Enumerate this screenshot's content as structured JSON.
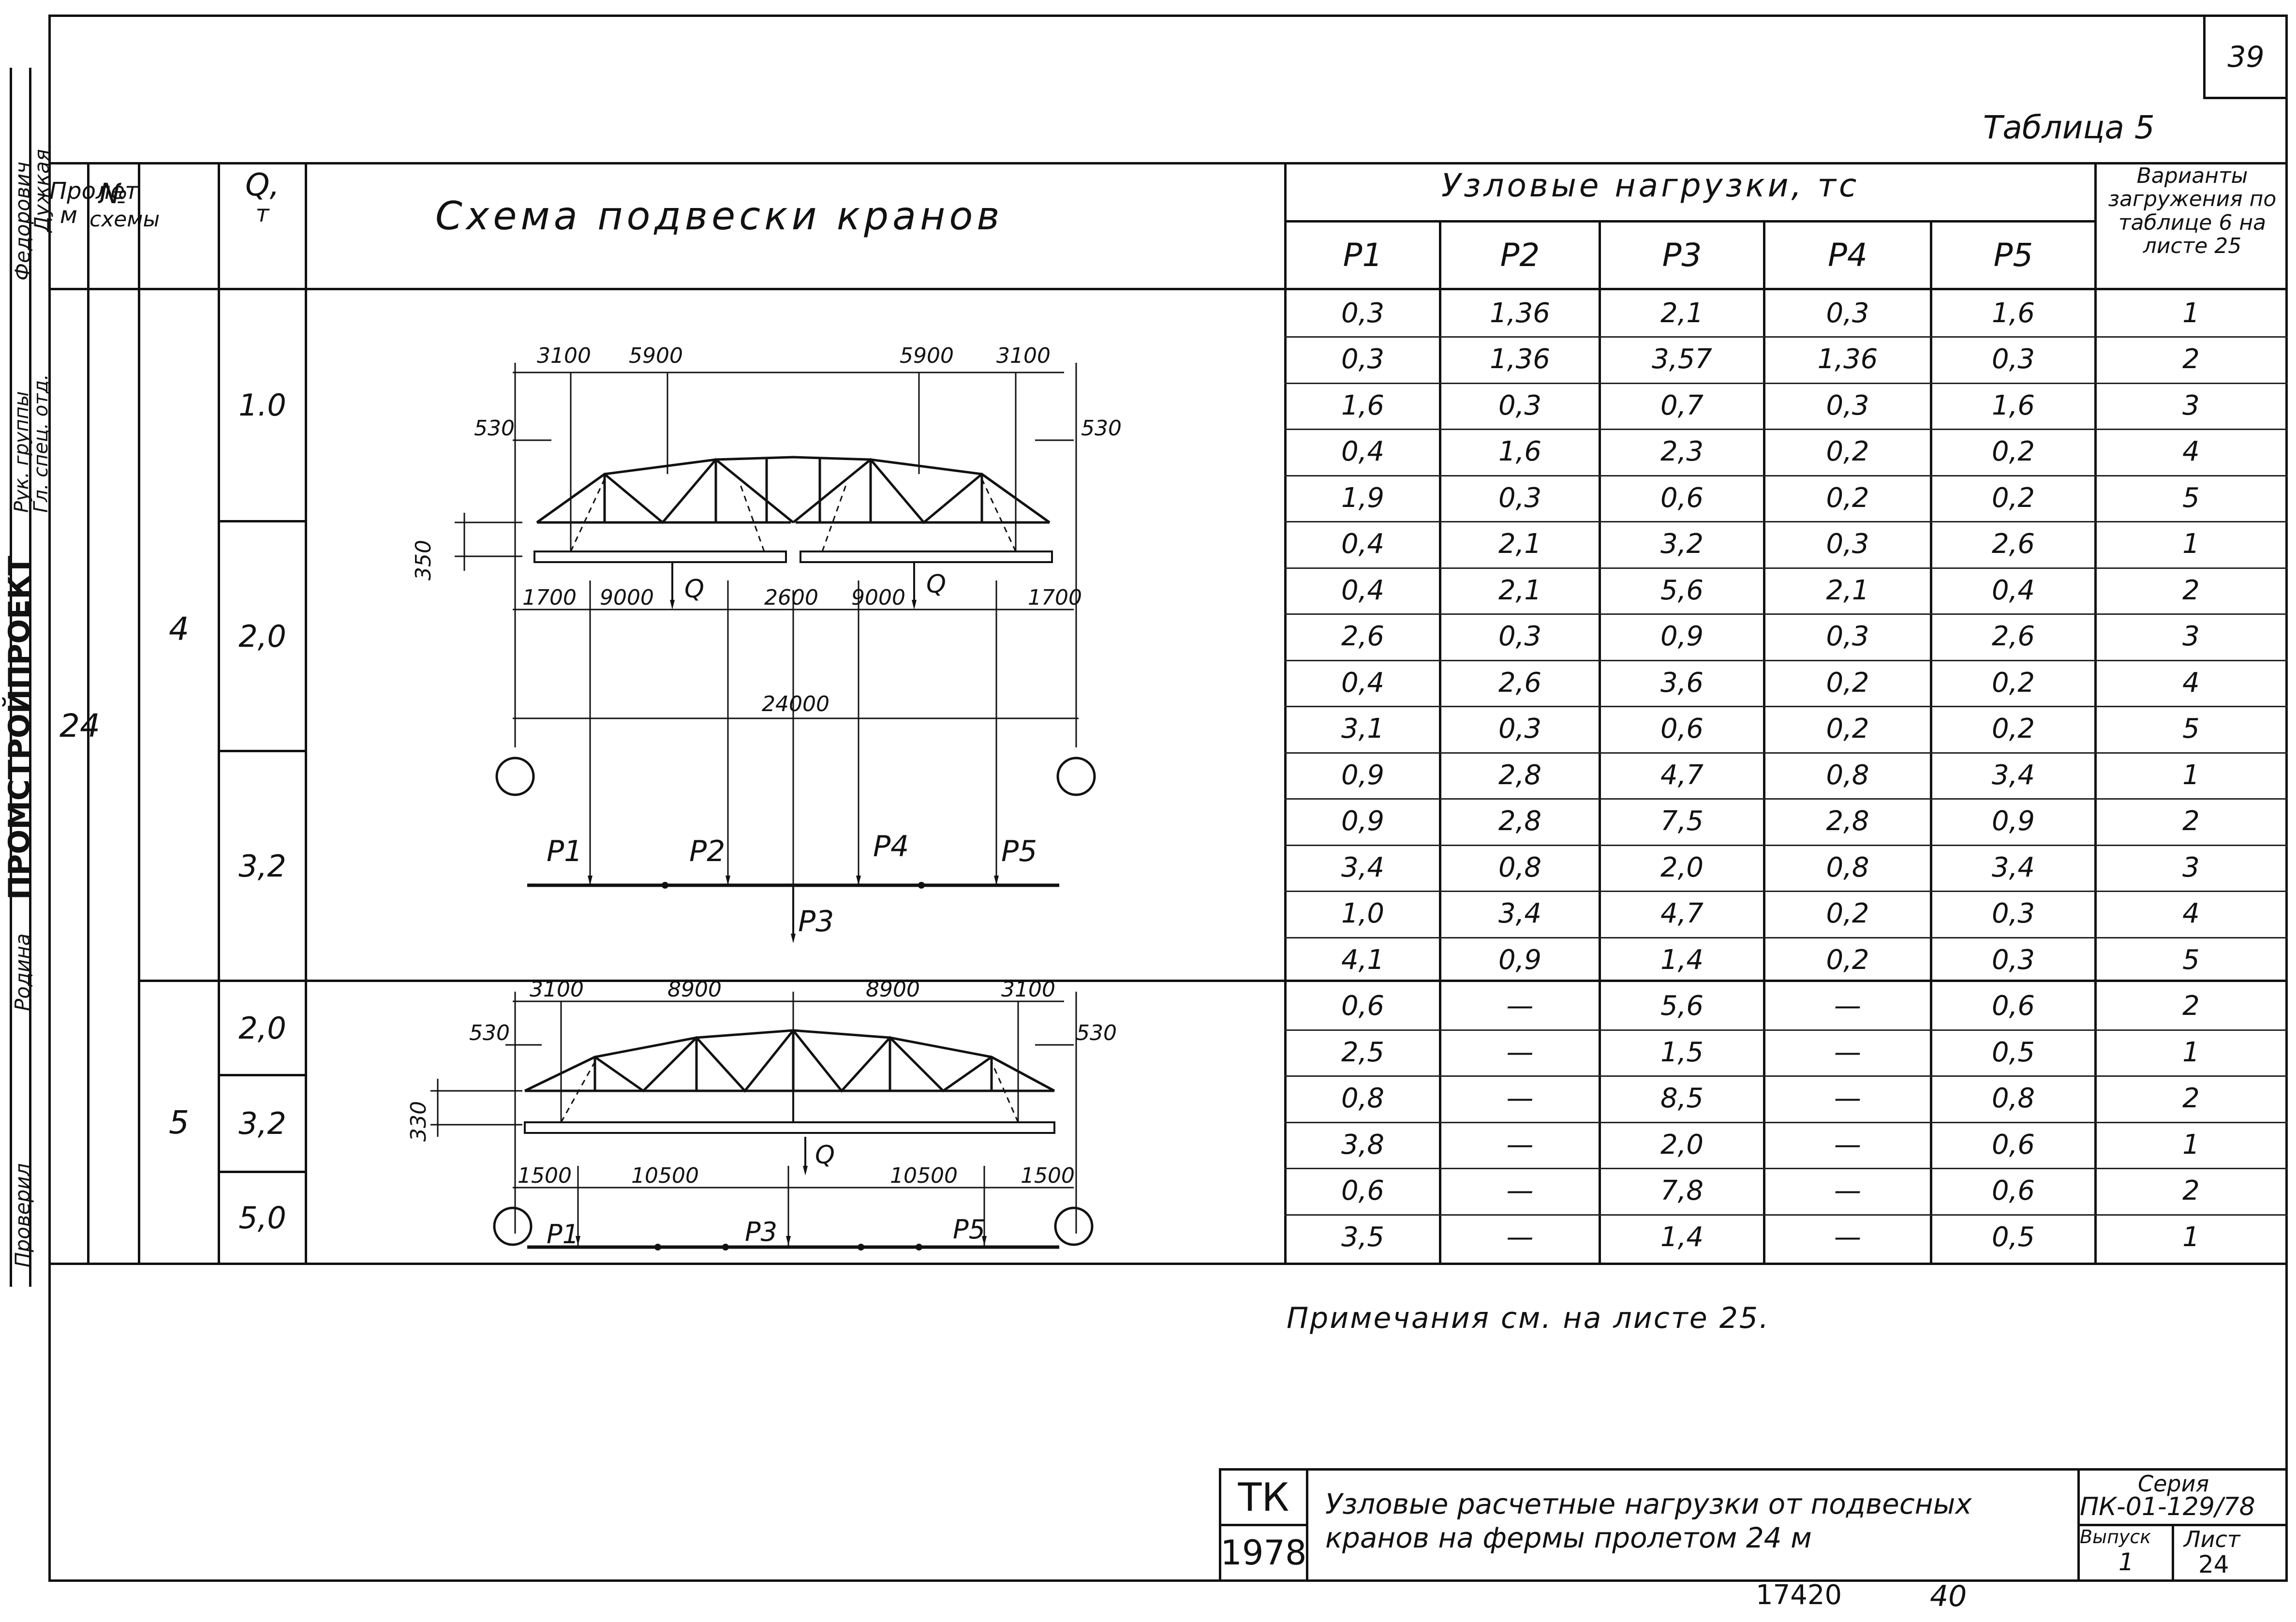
{
  "page_number": "39",
  "table_title": "Таблица 5",
  "headers": {
    "span": "Пролет",
    "span_unit": "м",
    "scheme_no": "№",
    "scheme": "схемы",
    "capacity": "Q,",
    "capacity_unit": "т",
    "schema": "Схема подвески кранов",
    "node_loads": "Узловые нагрузки, тс",
    "p1": "P1",
    "p2": "P2",
    "p3": "P3",
    "p4": "P4",
    "p5": "P5",
    "variants": "Варианты загружения по таблице 6 на листе 25"
  },
  "span_value": "24",
  "groups": [
    {
      "scheme": "4",
      "capacities": [
        "1.0",
        "2,0",
        "3,2"
      ]
    },
    {
      "scheme": "5",
      "capacities": [
        "2,0",
        "3,2",
        "5,0"
      ]
    }
  ],
  "rows": [
    [
      "0,3",
      "1,36",
      "2,1",
      "0,3",
      "1,6",
      "1"
    ],
    [
      "0,3",
      "1,36",
      "3,57",
      "1,36",
      "0,3",
      "2"
    ],
    [
      "1,6",
      "0,3",
      "0,7",
      "0,3",
      "1,6",
      "3"
    ],
    [
      "0,4",
      "1,6",
      "2,3",
      "0,2",
      "0,2",
      "4"
    ],
    [
      "1,9",
      "0,3",
      "0,6",
      "0,2",
      "0,2",
      "5"
    ],
    [
      "0,4",
      "2,1",
      "3,2",
      "0,3",
      "2,6",
      "1"
    ],
    [
      "0,4",
      "2,1",
      "5,6",
      "2,1",
      "0,4",
      "2"
    ],
    [
      "2,6",
      "0,3",
      "0,9",
      "0,3",
      "2,6",
      "3"
    ],
    [
      "0,4",
      "2,6",
      "3,6",
      "0,2",
      "0,2",
      "4"
    ],
    [
      "3,1",
      "0,3",
      "0,6",
      "0,2",
      "0,2",
      "5"
    ],
    [
      "0,9",
      "2,8",
      "4,7",
      "0,8",
      "3,4",
      "1"
    ],
    [
      "0,9",
      "2,8",
      "7,5",
      "2,8",
      "0,9",
      "2"
    ],
    [
      "3,4",
      "0,8",
      "2,0",
      "0,8",
      "3,4",
      "3"
    ],
    [
      "1,0",
      "3,4",
      "4,7",
      "0,2",
      "0,3",
      "4"
    ],
    [
      "4,1",
      "0,9",
      "1,4",
      "0,2",
      "0,3",
      "5"
    ],
    [
      "0,6",
      "—",
      "5,6",
      "—",
      "0,6",
      "2"
    ],
    [
      "2,5",
      "—",
      "1,5",
      "—",
      "0,5",
      "1"
    ],
    [
      "0,8",
      "—",
      "8,5",
      "—",
      "0,8",
      "2"
    ],
    [
      "3,8",
      "—",
      "2,0",
      "—",
      "0,6",
      "1"
    ],
    [
      "0,6",
      "—",
      "7,8",
      "—",
      "0,6",
      "2"
    ],
    [
      "3,5",
      "—",
      "1,4",
      "—",
      "0,5",
      "1"
    ]
  ],
  "diagram1": {
    "dims_top": [
      "3100",
      "5900",
      "5900",
      "3100"
    ],
    "dim_530_left": "530",
    "dim_530_right": "530",
    "dim_350": "350",
    "dims_bottom": [
      "1700",
      "9000",
      "2600",
      "9000",
      "1700"
    ],
    "load_q": "Q",
    "overall": "24000",
    "labels": [
      "P1",
      "P2",
      "P4",
      "P5",
      "P3"
    ]
  },
  "diagram2": {
    "dims_top": [
      "3100",
      "8900",
      "8900",
      "3100"
    ],
    "dim_530_left": "530",
    "dim_530_right": "530",
    "dim_330": "330",
    "load_q": "Q",
    "dims_bottom": [
      "1500",
      "10500",
      "10500",
      "1500"
    ],
    "labels": [
      "P1",
      "P3",
      "P5"
    ]
  },
  "note": "Примечания см. на листе 25.",
  "title_block": {
    "tk": "ТК",
    "year": "1978",
    "title_line1": "Узловые расчетные нагрузки от подвесных",
    "title_line2": "кранов на фермы пролетом 24 м",
    "series_label": "Серия",
    "series": "ПК-01-129/78",
    "issue_label": "Выпуск",
    "issue": "1",
    "sheet_label": "Лист",
    "sheet": "24"
  },
  "bottom_numbers": [
    "17420",
    "40"
  ],
  "side_stamp": {
    "company": "ПРОМСТРОЙПРОЕКТ",
    "line1": "Гл. спец. отд.",
    "line2": "Рук. группы",
    "names": [
      "Федорович",
      "Дужкая",
      "Родина",
      "Проверил"
    ]
  }
}
